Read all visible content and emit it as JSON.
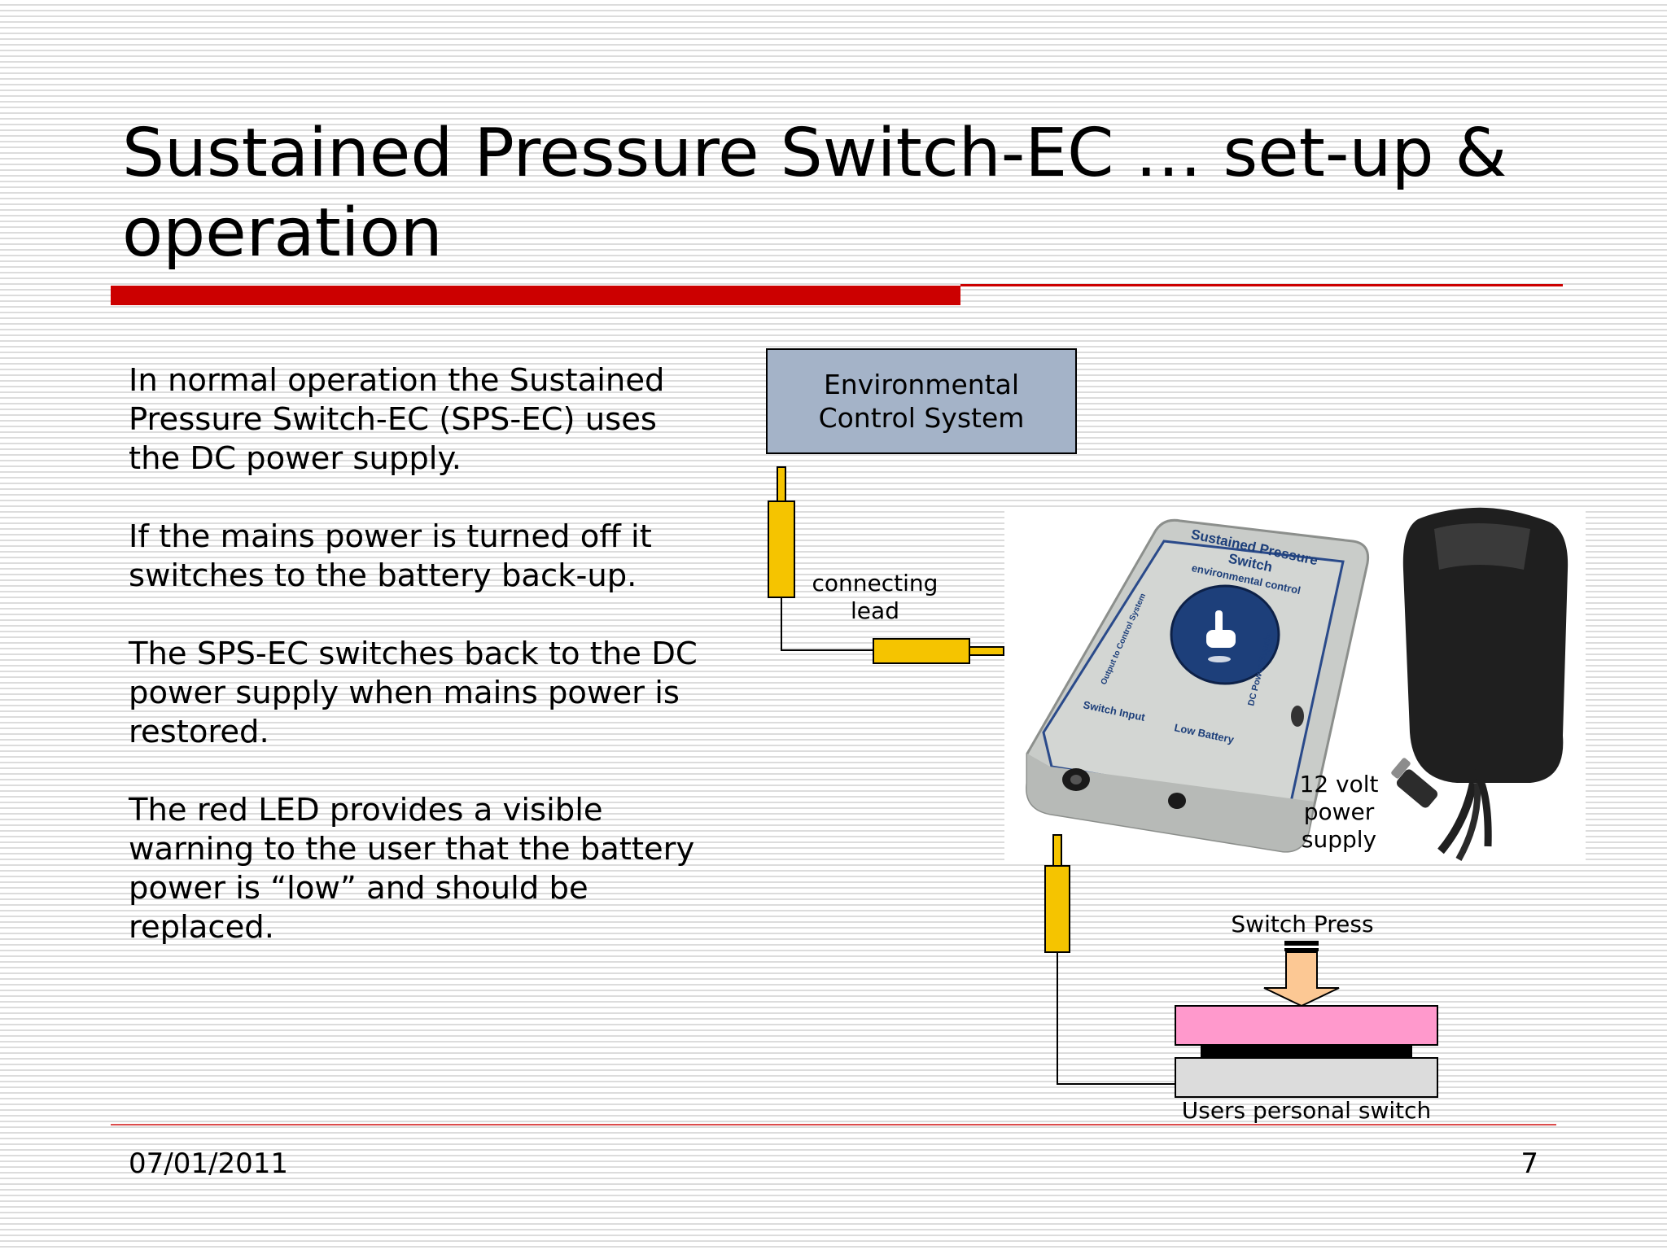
{
  "slide": {
    "title": "Sustained Pressure Switch-EC … set-up & operation",
    "paragraphs": [
      "In normal operation the Sustained Pressure Switch-EC (SPS-EC) uses the DC power supply.",
      "If the mains power is turned off it switches to the battery back-up.",
      "The SPS-EC switches back to the DC power supply when mains power is restored.",
      "The red LED provides a visible warning to the user that the battery power is “low” and should be replaced."
    ],
    "date": "07/01/2011",
    "page_number": "7"
  },
  "diagram": {
    "ecs_box_label": "Environmental Control System",
    "connecting_lead_label": "connecting lead",
    "power_supply_label": "12 volt power supply",
    "switch_press_label": "Switch Press",
    "users_switch_label": "Users personal switch",
    "device_face": {
      "title_line1": "Sustained Pressure",
      "title_line2": "Switch",
      "subtitle": "environmental control",
      "output_label": "Output to Control System",
      "dc_label": "DC Power Supply",
      "switch_input_label": "Switch Input",
      "low_battery_label": "Low Battery"
    }
  },
  "colors": {
    "accent_red": "#cc0000",
    "connector_yellow": "#f5c400",
    "ecs_box_fill": "#a4b3c8",
    "switch_pink": "#ff99cc",
    "switch_grey": "#dcdcdc",
    "arrow_peach": "#fcc894",
    "device_grey": "#c9ccc9",
    "device_button_blue": "#1d3f7a"
  }
}
